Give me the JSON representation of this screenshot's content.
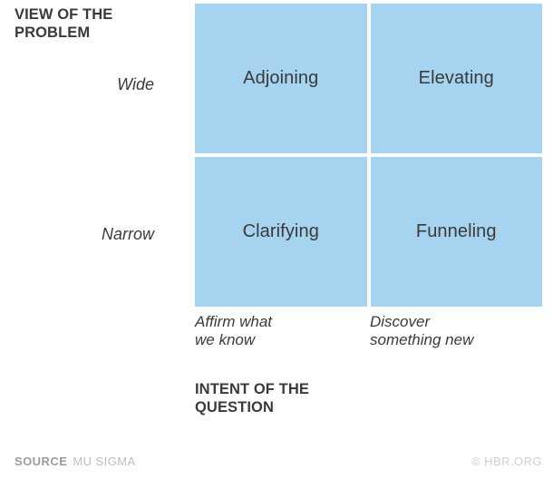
{
  "chart_data": {
    "type": "table",
    "title": "",
    "xlabel": "INTENT OF THE\nQUESTION",
    "ylabel": "VIEW OF THE\nPROBLEM",
    "row_categories": [
      "Wide",
      "Narrow"
    ],
    "col_categories": [
      "Affirm what\nwe know",
      "Discover\nsomething new"
    ],
    "cells": [
      [
        "Adjoining",
        "Elevating"
      ],
      [
        "Clarifying",
        "Funneling"
      ]
    ],
    "grid": true,
    "legend": "none",
    "cell_color": "#a6d3ef",
    "text_color": "#3a3a3a"
  },
  "footer": {
    "source_label": "SOURCE",
    "source_value": "MU SIGMA",
    "credit": "© HBR.ORG"
  }
}
